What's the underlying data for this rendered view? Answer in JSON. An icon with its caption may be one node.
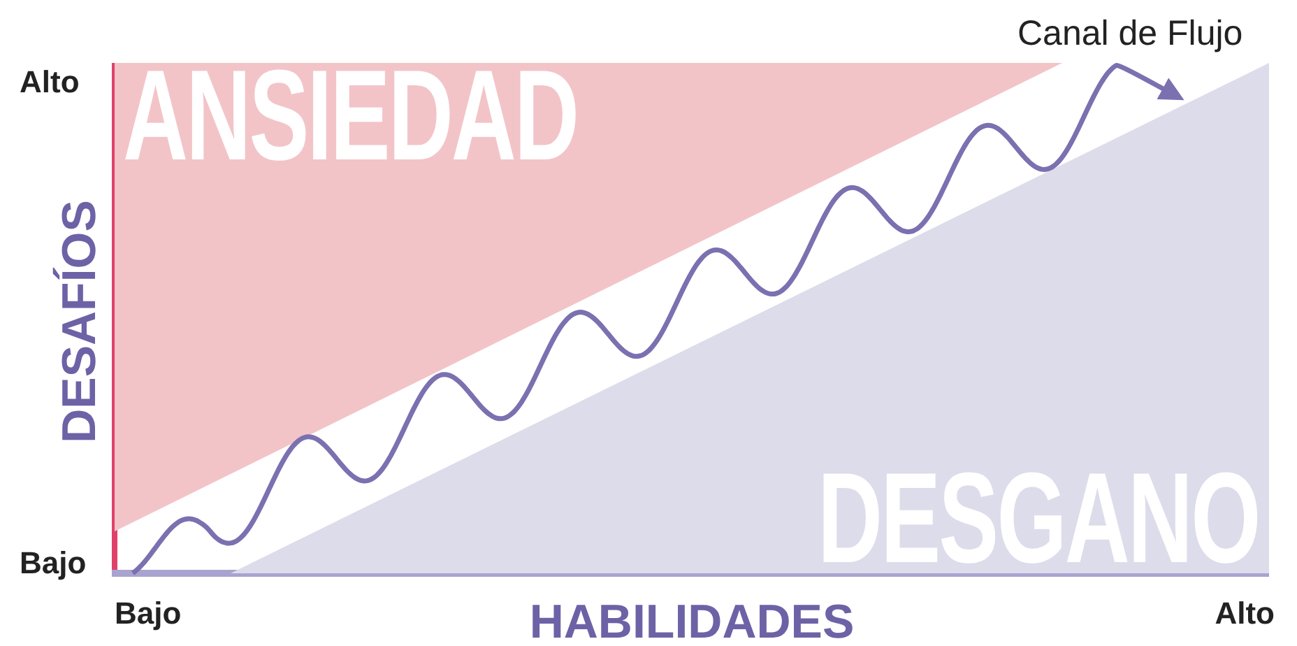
{
  "diagram": {
    "nodes": [
      {
        "text": [
          "ANSIEDAD"
        ]
      },
      {
        "text": [
          "DESGANO"
        ]
      }
    ],
    "edges": [],
    "labels": [
      "Canal de Flujo",
      "Alto",
      "DESAFÍOS",
      "Bajo",
      "Bajo",
      "HABILIDADES",
      "Alto"
    ]
  }
}
